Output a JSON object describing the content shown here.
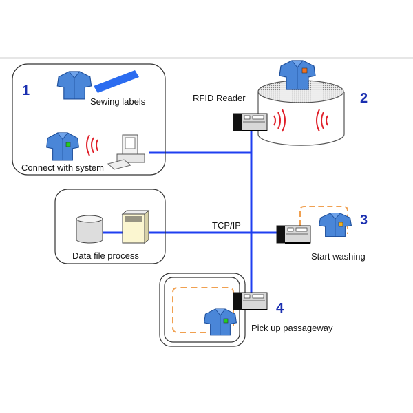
{
  "diagram": {
    "steps": [
      {
        "number": "1",
        "labels": [
          "Sewing labels",
          "Connect with system"
        ]
      },
      {
        "number": "2",
        "labels": [
          "RFID Reader"
        ]
      },
      {
        "number": "3",
        "labels": [
          "Start washing"
        ]
      },
      {
        "number": "4",
        "labels": [
          "Pick up passageway"
        ]
      }
    ],
    "data_box_label": "Data file process",
    "network_label": "TCP/IP"
  },
  "colors": {
    "network_line": "#1f3ff0",
    "step_number": "#1a2fb0",
    "rfid_wave": "#e0202a",
    "shirt": "#4a86d8",
    "tag_green": "#22cc22",
    "tag_orange": "#f07020",
    "tag_yellow": "#f0b020",
    "dashed_zone": "#f0a050"
  }
}
